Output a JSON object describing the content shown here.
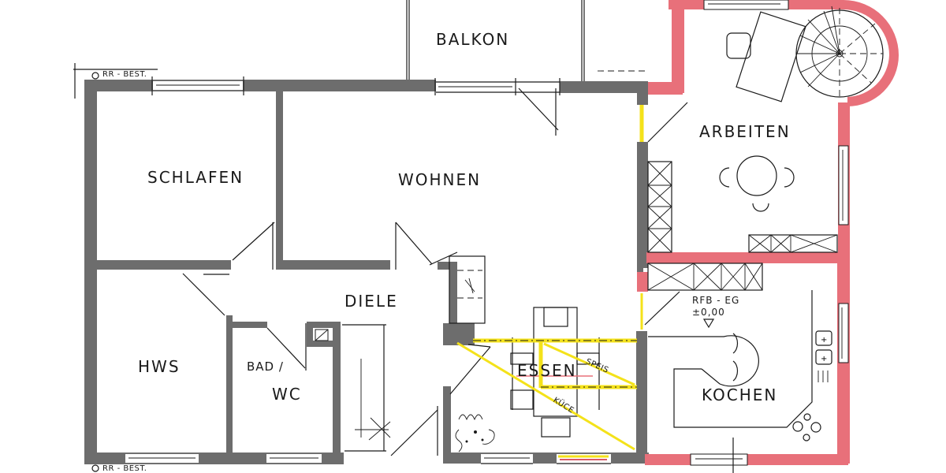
{
  "plan": {
    "rooms": [
      {
        "id": "balkon",
        "label": "BALKON"
      },
      {
        "id": "schlafen",
        "label": "SCHLAFEN"
      },
      {
        "id": "wohnen",
        "label": "WOHNEN"
      },
      {
        "id": "arbeiten",
        "label": "ARBEITEN"
      },
      {
        "id": "diele",
        "label": "DIELE"
      },
      {
        "id": "hws",
        "label": "HWS"
      },
      {
        "id": "bad",
        "label": "BAD /"
      },
      {
        "id": "wc",
        "label": "WC"
      },
      {
        "id": "essen",
        "label": "ESSEN"
      },
      {
        "id": "kochen",
        "label": "KOCHEN"
      }
    ],
    "annotations": {
      "rr_best_top": "RR - BEST.",
      "rr_best_bottom": "RR - BEST.",
      "rfb_eg": "RFB - EG",
      "level": "±0,00",
      "speis": "SPEIS",
      "kuche": "KÜCE"
    },
    "colors": {
      "existing_wall": "#6d6d6d",
      "new_wall": "#e8707a",
      "demolition": "#f4e21a"
    }
  }
}
